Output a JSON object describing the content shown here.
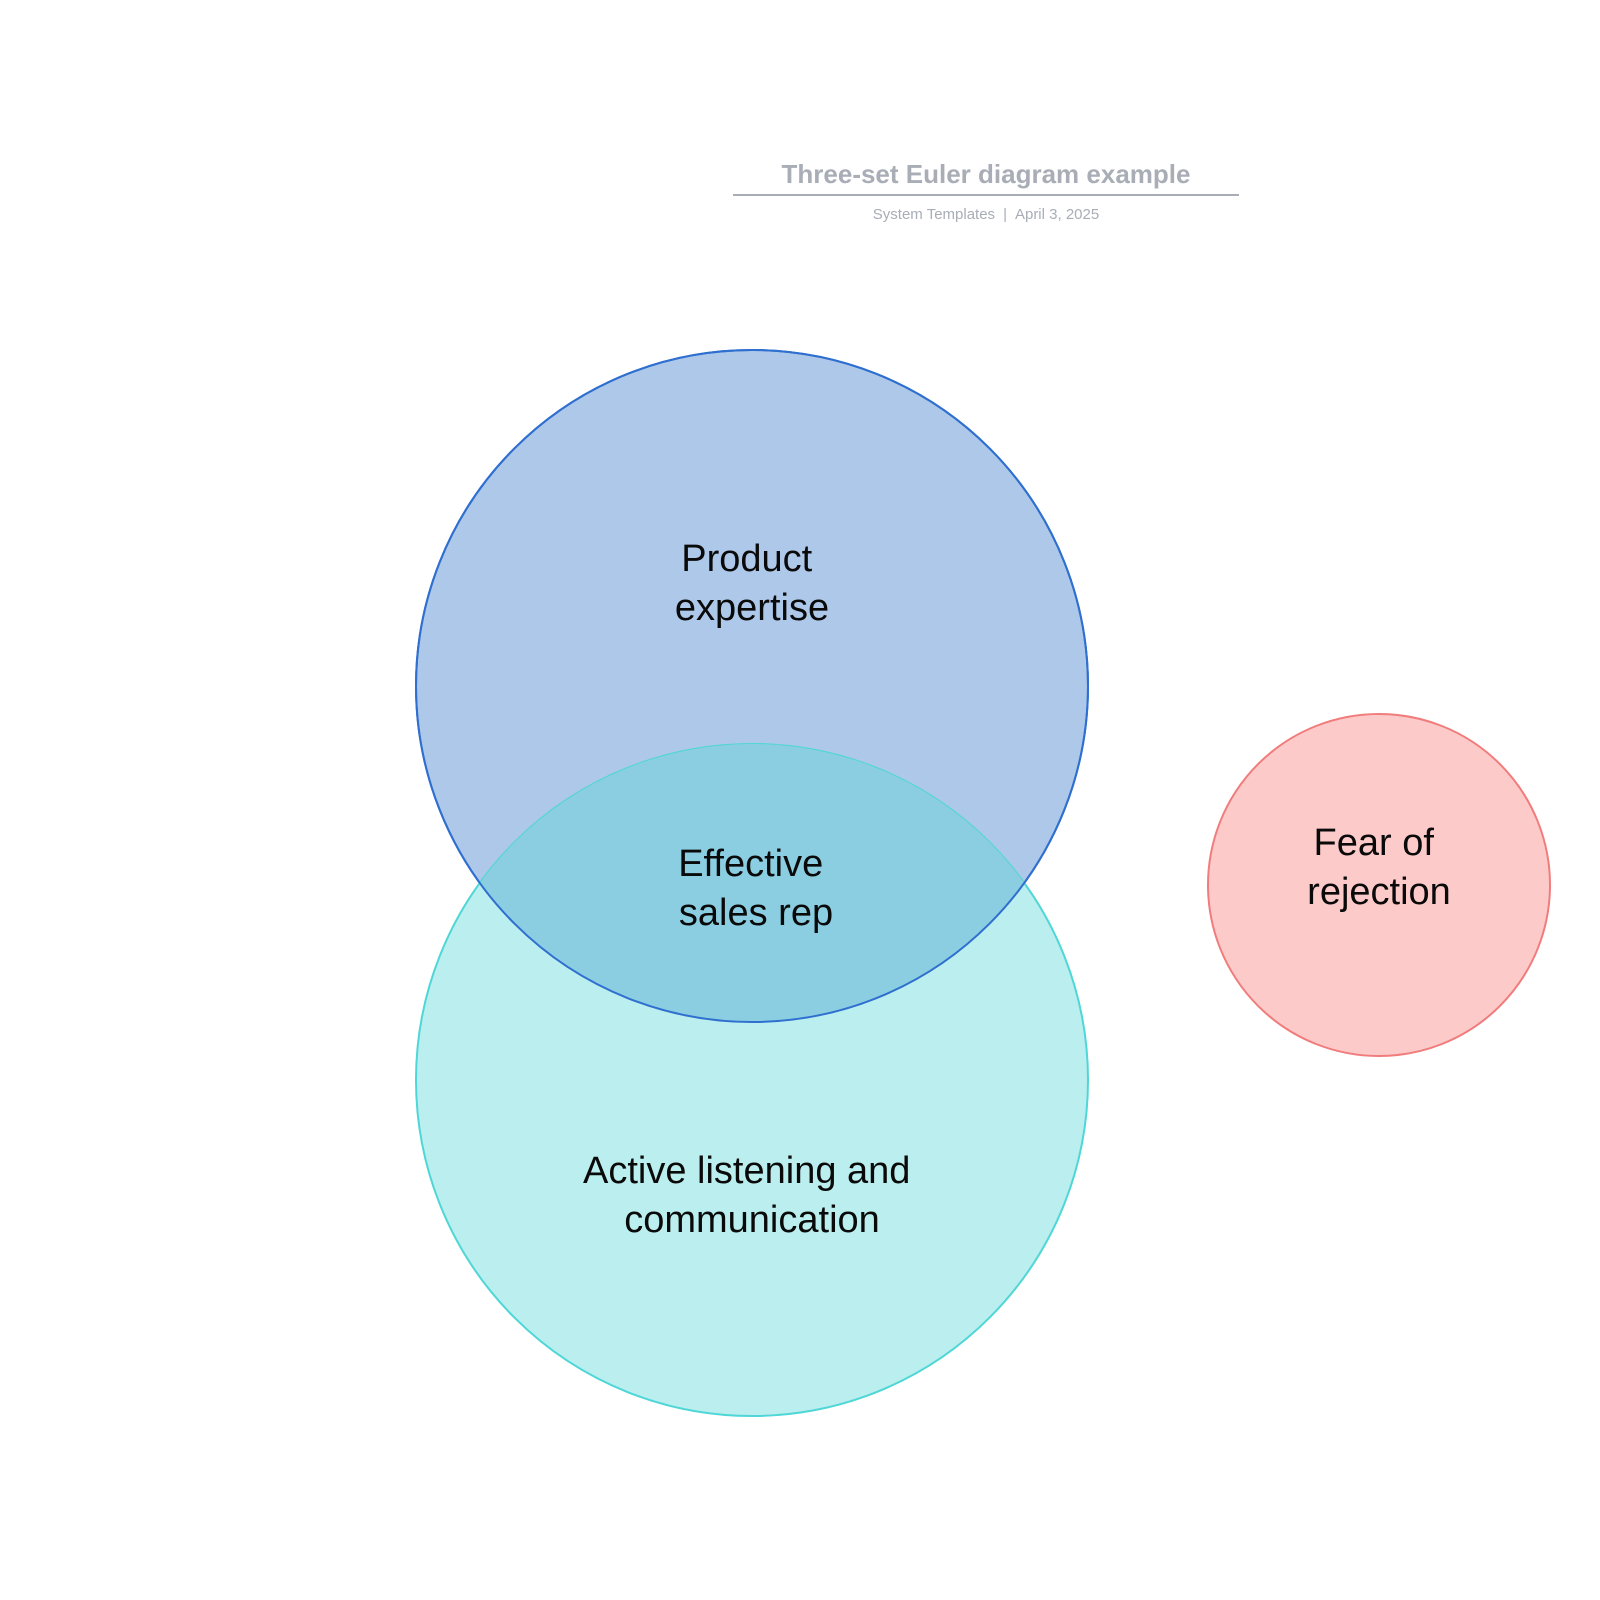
{
  "header": {
    "title": "Three-set Euler diagram example",
    "author": "System Templates",
    "separator": "|",
    "date": "April 3, 2025"
  },
  "diagram": {
    "sets": [
      {
        "id": "product",
        "label_lines": [
          "Product",
          "expertise"
        ],
        "fill": "#adc8e9",
        "stroke": "#2f6fcf"
      },
      {
        "id": "listening",
        "label_lines": [
          "Active listening and",
          "communication"
        ],
        "fill": "#bbeeee",
        "stroke": "#4fd6d6"
      },
      {
        "id": "fear",
        "label_lines": [
          "Fear of",
          "rejection"
        ],
        "fill": "#fdcaca",
        "stroke": "#f07c7c"
      }
    ],
    "intersection": {
      "label_lines": [
        "Effective",
        "sales rep"
      ],
      "fill": "#8bcee2",
      "stroke": "#3c8fd4"
    }
  }
}
